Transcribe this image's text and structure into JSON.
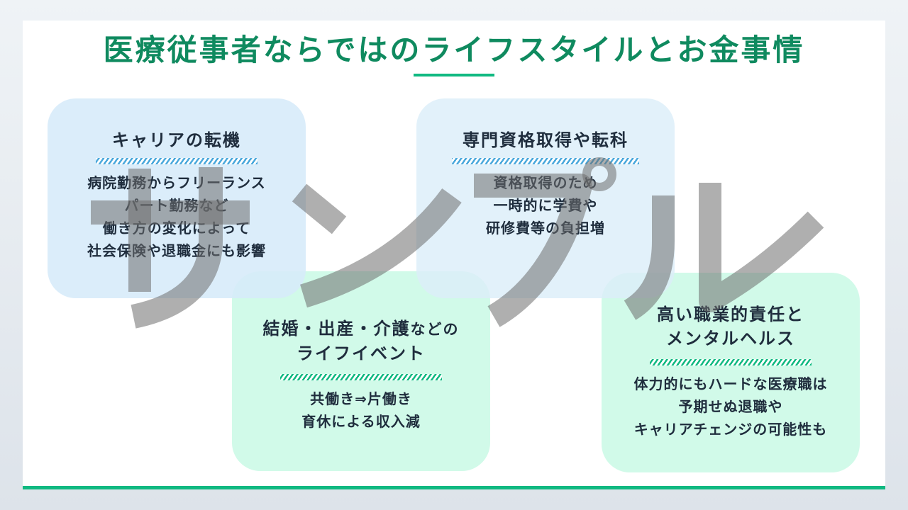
{
  "title": "医療従事者ならではのライフスタイルとお金事情",
  "colors": {
    "title": "#0f8a5f",
    "accent": "#10b981",
    "blue_box": "#d6eaf9",
    "green_box": "#d1fae9",
    "blue_stripe": "#4aa8dc",
    "text": "#1f2d3d"
  },
  "watermark": {
    "text": "サンプル",
    "characters": [
      "サ",
      "ン",
      "プ",
      "ル"
    ]
  },
  "boxes": [
    {
      "id": "career",
      "theme": "blue",
      "heading": [
        "キャリアの転機"
      ],
      "body": [
        "病院勤務からフリーランス",
        "パート勤務など",
        "働き方の変化によって",
        "社会保険や退職金にも影響"
      ]
    },
    {
      "id": "qualification",
      "theme": "blue",
      "heading": [
        "専門資格取得や転科"
      ],
      "body": [
        "資格取得のため",
        "一時的に学費や",
        "研修費等の負担増"
      ]
    },
    {
      "id": "life-events",
      "theme": "green",
      "heading": [
        "結婚・出産・介護",
        "などの",
        "ライフイベント"
      ],
      "body": [
        "共働き⇒片働き",
        "育休による収入減"
      ]
    },
    {
      "id": "responsibility",
      "theme": "green",
      "heading": [
        "高い職業的責任と",
        "メンタルヘルス"
      ],
      "body": [
        "体力的にもハードな医療職は",
        "予期せぬ退職や",
        "キャリアチェンジの可能性も"
      ]
    }
  ]
}
